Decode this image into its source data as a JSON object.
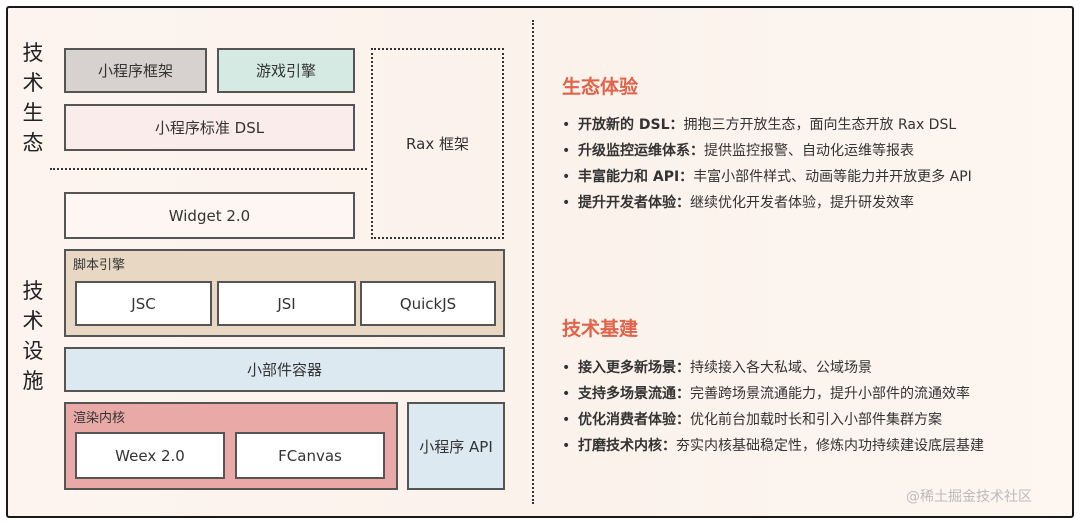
{
  "left": {
    "labels": {
      "ecosystem": [
        "技",
        "术",
        "生",
        "态"
      ],
      "infra": [
        "技",
        "术",
        "设",
        "施"
      ]
    },
    "boxes": {
      "mini_framework": "小程序框架",
      "game_engine": "游戏引擎",
      "mini_dsl": "小程序标准 DSL",
      "rax": "Rax 框架",
      "widget": "Widget 2.0",
      "script_engine": "脚本引擎",
      "jsc": "JSC",
      "jsi": "JSI",
      "quickjs": "QuickJS",
      "widget_container": "小部件容器",
      "render_core": "渲染内核",
      "weex": "Weex 2.0",
      "fcanvas": "FCanvas",
      "mini_api": "小程序 API"
    },
    "colors": {
      "gray": "#d7d2cf",
      "teal": "#d5eae3",
      "pink": "#fbecec",
      "tan": "#e8d8c3",
      "blue": "#dce9f1",
      "red": "#e9a9a6"
    }
  },
  "right": {
    "ecosystem": {
      "title": "生态体验",
      "items": [
        {
          "bold": "开放新的 DSL：",
          "text": "拥抱三方开放生态，面向生态开放 Rax DSL"
        },
        {
          "bold": "升级监控运维体系：",
          "text": "提供监控报警、自动化运维等报表"
        },
        {
          "bold": "丰富能力和 API：",
          "text": "丰富小部件样式、动画等能力并开放更多 API"
        },
        {
          "bold": "提升开发者体验：",
          "text": "继续优化开发者体验，提升研发效率"
        }
      ]
    },
    "infra": {
      "title": "技术基建",
      "items": [
        {
          "bold": "接入更多新场景：",
          "text": "持续接入各大私域、公域场景"
        },
        {
          "bold": "支持多场景流通：",
          "text": "完善跨场景流通能力，提升小部件的流通效率"
        },
        {
          "bold": "优化消费者体验：",
          "text": "优化前台加载时长和引入小部件集群方案"
        },
        {
          "bold": "打磨技术内核：",
          "text": "夯实内核基础稳定性，修炼内功持续建设底层基建"
        }
      ]
    },
    "title_color": "#e0634a"
  },
  "watermark": "@稀土掘金技术社区"
}
